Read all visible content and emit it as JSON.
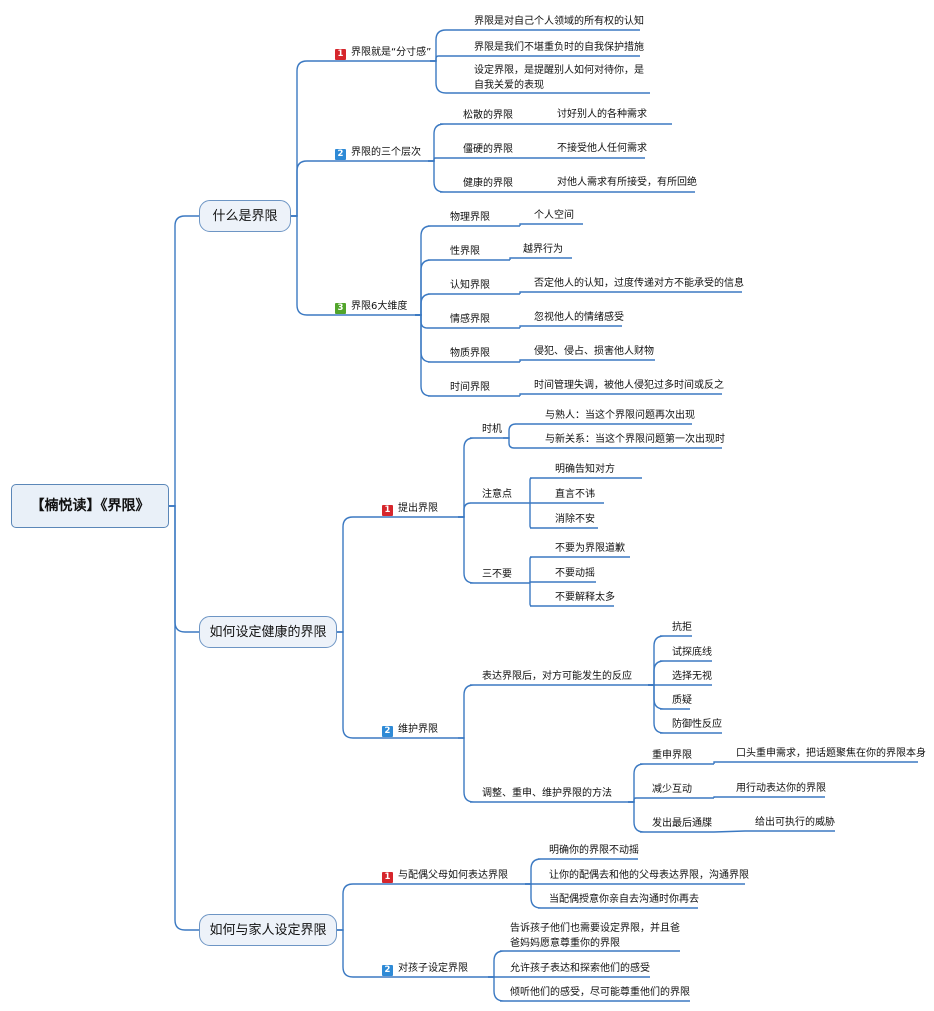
{
  "colors": {
    "connector": "#3b79c2",
    "badge1": "#d6262c",
    "badge2": "#2e8ad6",
    "badge3": "#52a52b"
  },
  "root": {
    "label": "【楠悦读】《界限》"
  },
  "branch1": {
    "label": "什么是界限",
    "sub1": {
      "badge": "1",
      "label": "界限就是“分寸感”",
      "items": [
        "界限是对自己个人领域的所有权的认知",
        "界限是我们不堪重负时的自我保护措施",
        "设定界限，是提醒别人如何对待你，是自我关爱的表现"
      ]
    },
    "sub2": {
      "badge": "2",
      "label": "界限的三个层次",
      "rows": [
        {
          "label": "松散的界限",
          "detail": "讨好别人的各种需求"
        },
        {
          "label": "僵硬的界限",
          "detail": "不接受他人任何需求"
        },
        {
          "label": "健康的界限",
          "detail": "对他人需求有所接受，有所回绝"
        }
      ]
    },
    "sub3": {
      "badge": "3",
      "label": "界限6大维度",
      "rows": [
        {
          "label": "物理界限",
          "detail": "个人空间"
        },
        {
          "label": "性界限",
          "detail": "越界行为"
        },
        {
          "label": "认知界限",
          "detail": "否定他人的认知，过度传递对方不能承受的信息"
        },
        {
          "label": "情感界限",
          "detail": "忽视他人的情绪感受"
        },
        {
          "label": "物质界限",
          "detail": "侵犯、侵占、损害他人财物"
        },
        {
          "label": "时间界限",
          "detail": "时间管理失调，被他人侵犯过多时间或反之"
        }
      ]
    }
  },
  "branch2": {
    "label": "如何设定健康的界限",
    "sub1": {
      "badge": "1",
      "label": "提出界限",
      "timing": {
        "label": "时机",
        "items": [
          "与熟人：当这个界限问题再次出现",
          "与新关系：当这个界限问题第一次出现时"
        ]
      },
      "notes": {
        "label": "注意点",
        "items": [
          "明确告知对方",
          "直言不讳",
          "消除不安"
        ]
      },
      "dont": {
        "label": "三不要",
        "items": [
          "不要为界限道歉",
          "不要动摇",
          "不要解释太多"
        ]
      }
    },
    "sub2": {
      "badge": "2",
      "label": "维护界限",
      "reactions": {
        "label": "表达界限后，对方可能发生的反应",
        "items": [
          "抗拒",
          "试探底线",
          "选择无视",
          "质疑",
          "防御性反应"
        ]
      },
      "methods": {
        "label": "调整、重申、维护界限的方法",
        "rows": [
          {
            "label": "重申界限",
            "detail": "口头重申需求，把话题聚焦在你的界限本身"
          },
          {
            "label": "减少互动",
            "detail": "用行动表达你的界限"
          },
          {
            "label": "发出最后通牒",
            "detail": "给出可执行的威胁"
          }
        ]
      }
    }
  },
  "branch3": {
    "label": "如何与家人设定界限",
    "sub1": {
      "badge": "1",
      "label": "与配偶父母如何表达界限",
      "items": [
        "明确你的界限不动摇",
        "让你的配偶去和他的父母表达界限，沟通界限",
        "当配偶授意你亲自去沟通时你再去"
      ]
    },
    "sub2": {
      "badge": "2",
      "label": "对孩子设定界限",
      "items": [
        "告诉孩子他们也需要设定界限，并且爸爸妈妈愿意尊重你的界限",
        "允许孩子表达和探索他们的感受",
        "倾听他们的感受，尽可能尊重他们的界限"
      ]
    }
  }
}
